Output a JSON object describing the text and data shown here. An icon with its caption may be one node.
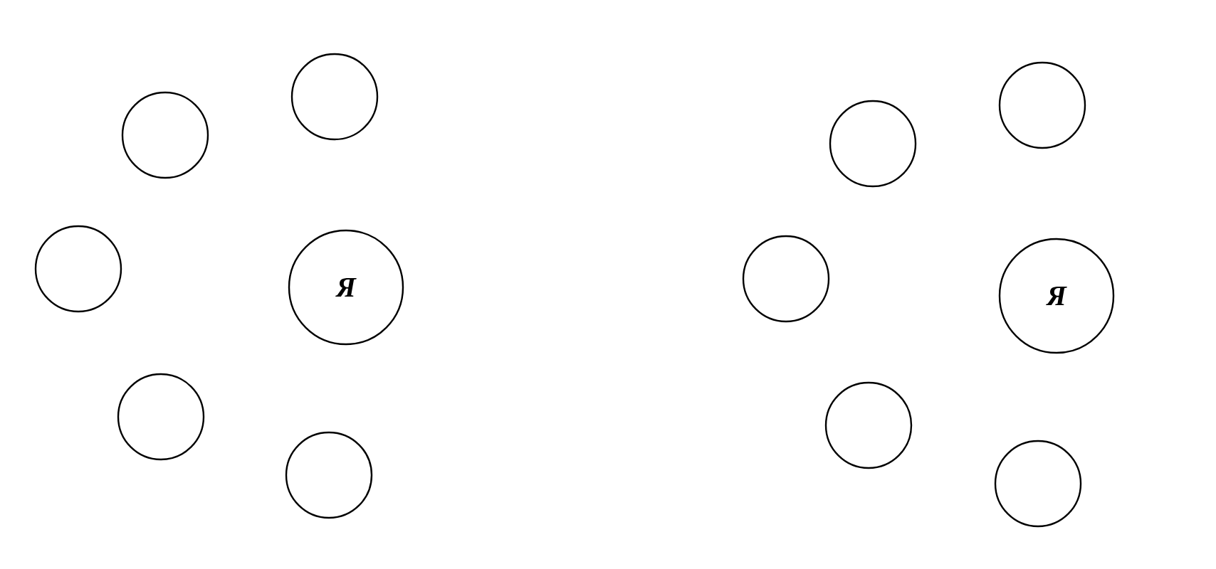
{
  "diagram": {
    "nodes": [
      {
        "text": [],
        "shape": "circle"
      },
      {
        "text": [],
        "shape": "circle"
      },
      {
        "text": [],
        "shape": "circle"
      },
      {
        "text": [
          "Я"
        ]
      },
      {
        "text": [],
        "shape": "circle"
      },
      {
        "text": [],
        "shape": "circle"
      },
      {
        "text": [],
        "shape": "circle"
      },
      {
        "text": [],
        "shape": "circle"
      },
      {
        "text": [],
        "shape": "circle"
      },
      {
        "text": [
          "Я"
        ]
      },
      {
        "text": [],
        "shape": "circle"
      },
      {
        "text": [],
        "shape": "circle"
      }
    ]
  }
}
